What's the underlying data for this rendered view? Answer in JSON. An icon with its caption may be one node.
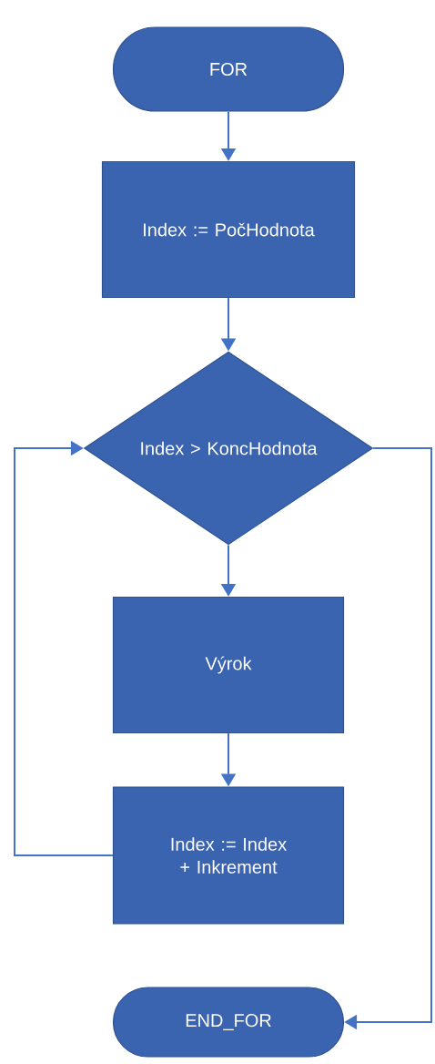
{
  "diagram": {
    "nodes": [
      {
        "text": [
          "FOR"
        ]
      },
      {
        "text": [
          "Index := PočHodnota"
        ]
      },
      {
        "text": [
          "Index > KoncHodnota"
        ]
      },
      {
        "text": [
          "Výrok"
        ]
      },
      {
        "text": [
          "Index := Index + Inkrement"
        ]
      },
      {
        "text": [
          "END_FOR"
        ]
      }
    ],
    "edges": [
      {
        "from": 0,
        "to": 1,
        "arrow": "to"
      },
      {
        "from": 1,
        "to": 2,
        "arrow": "to"
      },
      {
        "from": 2,
        "to": 3,
        "arrow": "to"
      },
      {
        "from": 3,
        "to": 4,
        "arrow": "to"
      },
      {
        "from": 4,
        "to": 2,
        "arrow": "to"
      },
      {
        "from": 2,
        "to": 5,
        "arrow": "to"
      }
    ]
  }
}
